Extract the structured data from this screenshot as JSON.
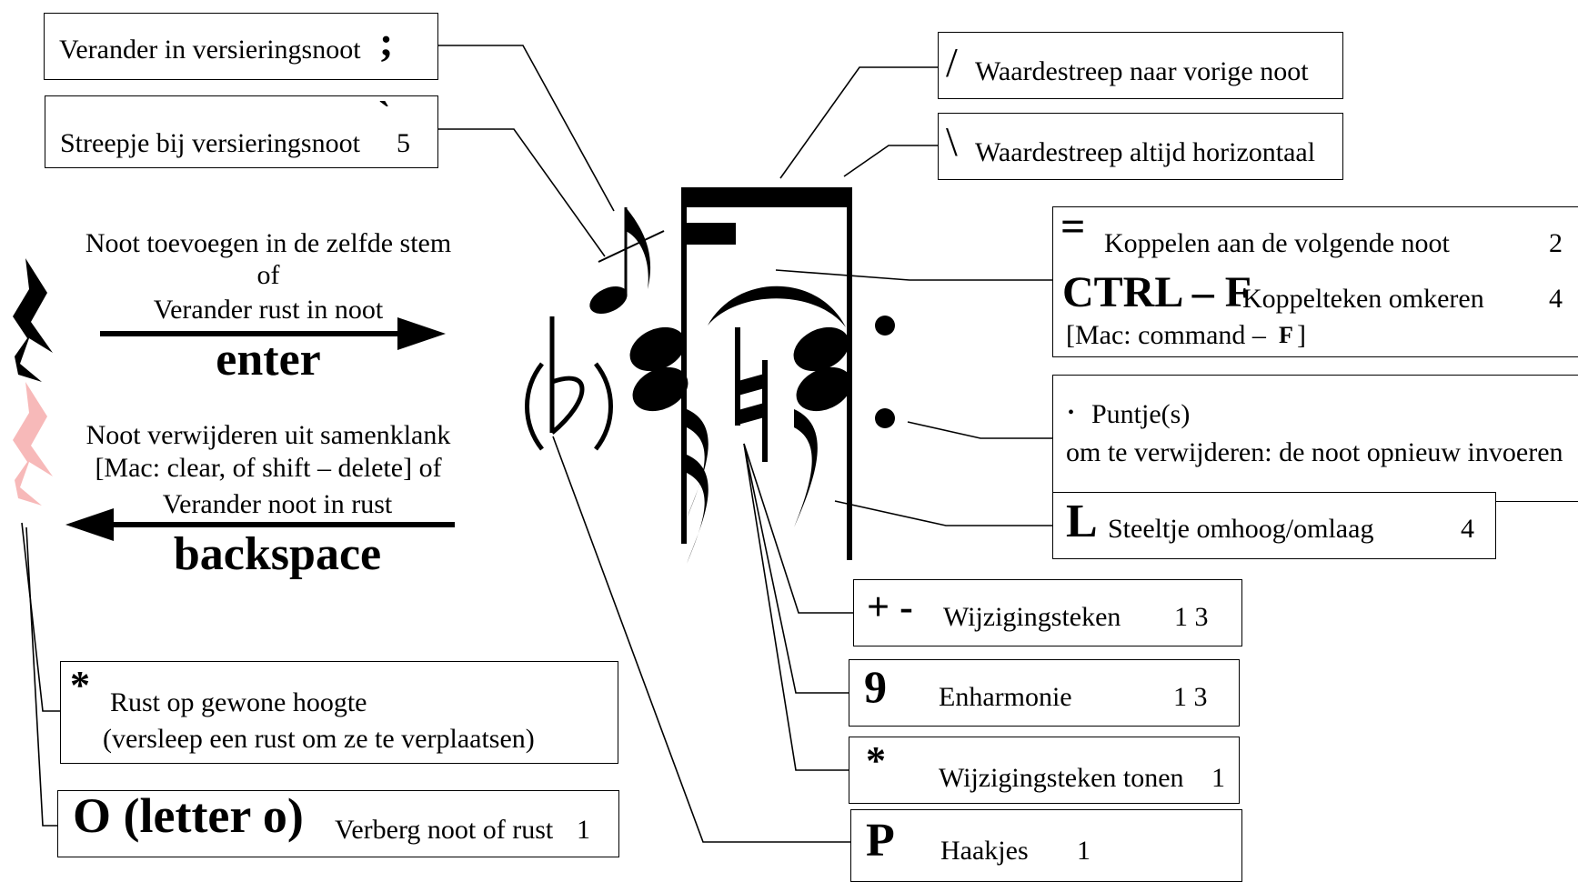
{
  "grace": {
    "label": "Verander in versieringsnoot",
    "key": ";"
  },
  "slash_grace": {
    "label": "Streepje bij versieringsnoot",
    "key": "`",
    "num": "5"
  },
  "beam_prev": {
    "key": "/",
    "label": "Waardestreep naar vorige noot"
  },
  "beam_horizontal": {
    "key": "\\",
    "label": "Waardestreep altijd horizontaal"
  },
  "tie": {
    "key": "=",
    "label": "Koppelen aan de volgende noot",
    "num": "2",
    "flip_key": "CTRL – F",
    "flip_label": "Koppelteken omkeren",
    "flip_num": "4",
    "mac_prefix": "[Mac: command –",
    "mac_key": "F",
    "mac_suffix": "]"
  },
  "dots": {
    "key": "•",
    "label": "Puntje(s)",
    "remove": "om te verwijderen: de noot opnieuw invoeren"
  },
  "stem": {
    "key": "L",
    "label": "Steeltje omhoog/omlaag",
    "num": "4"
  },
  "accidental": {
    "key": "+ -",
    "label": "Wijzigingsteken",
    "num": "1 3"
  },
  "enharmonic": {
    "key": "9",
    "label": "Enharmonie",
    "num": "1 3"
  },
  "show_accidental": {
    "key": "*",
    "label": "Wijzigingsteken tonen",
    "num": "1"
  },
  "brackets": {
    "key": "P",
    "label": "Haakjes",
    "num": "1"
  },
  "enter": {
    "line1": "Noot toevoegen in de zelfde stem",
    "line2": "of",
    "line3": "Verander rust in noot",
    "key": "enter"
  },
  "backspace": {
    "line1": "Noot verwijderen uit samenklank",
    "line2": "[Mac: clear, of shift – delete] of",
    "line3": "Verander noot in rust",
    "key": "backspace"
  },
  "rest_default": {
    "key": "*",
    "line1": "Rust op gewone hoogte",
    "line2": "(versleep een rust om ze te verplaatsen)"
  },
  "hide": {
    "key": "O (letter o)",
    "label": "Verberg noot of rust",
    "num": "1"
  },
  "notation": {
    "flat_bracketed": "(b)",
    "natural": "♮"
  },
  "colors": {
    "ink": "#000000",
    "hidden_rest": "#f7b9b9",
    "background": "#ffffff"
  }
}
